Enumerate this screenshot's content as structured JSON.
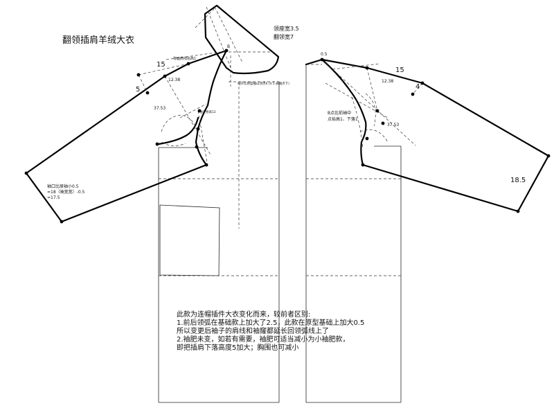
{
  "title": "翻领插肩羊绒大衣",
  "labels": {
    "collar_width": "领座宽3.5",
    "collar_fall": "翻领宽7",
    "back_15": "15",
    "back_5": "5",
    "back_12_38": "12.38",
    "back_37_53": "37.53",
    "back_raise": "背面肩线抬高1",
    "back_point": "B",
    "back_side_note": "袖子比原型袖山顶点6\n(4.5 肩端点下)",
    "back_scye_note": "袖子抬高12",
    "sleeve_hem_note_1": "袖口比原袖小0.5",
    "sleeve_hem_note_2": "=18（袖宽宽）-0.5",
    "sleeve_hem_note_3": "=17.5",
    "front_15": "15",
    "front_4": "4",
    "front_0_5": "0.5",
    "front_12_38": "12.38",
    "front_37_53": "37.53",
    "front_18_5": "18.5",
    "front_b_note_1": "B点比前袖中",
    "front_b_note_2": "点抬高1、下落1",
    "description_1": "此款为连帽插件大衣变化而来，较前者区别:",
    "description_2": "1.前后领弧在基础款上加大了2.5，此款在原型基础上加大0.5",
    "description_3": "所以变更后袖子的肩线和袖窿都延长回领弧线上了",
    "description_4": "2.袖肥未变，如若有需要，袖肥可适当减小为小袖肥款，",
    "description_5": "即把插肩下落高度5加大；胸围也可减小"
  }
}
